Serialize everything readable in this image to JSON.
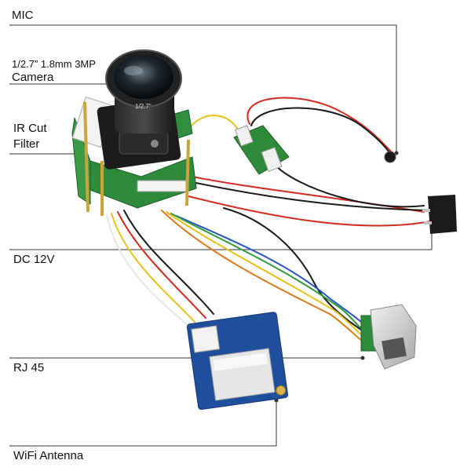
{
  "labels": {
    "mic": "MIC",
    "camera_spec": "1/2.7” 1.8mm 3MP",
    "camera": "Camera",
    "ir_cut_line1": "IR Cut",
    "ir_cut_line2": "Filter",
    "dc": "DC 12V",
    "rj45": "RJ 45",
    "wifi": "WiFi Antenna"
  },
  "lens_text": "1/2.7\"",
  "colors": {
    "pcb_green": "#2e8b3c",
    "wifi_blue": "#1f4e9a",
    "wire_red": "#d62a1e",
    "wire_black": "#1a1a1a",
    "wire_yellow": "#e8c21a",
    "wire_green": "#2f9b3a",
    "wire_blue": "#2a54c8",
    "wire_orange": "#e07a1a"
  }
}
